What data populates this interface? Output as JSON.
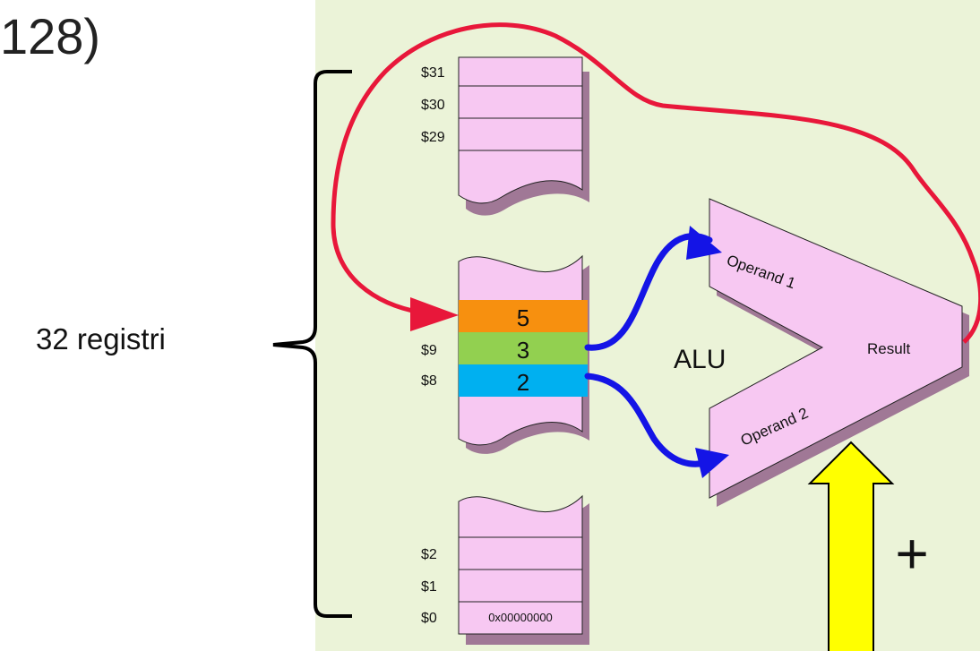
{
  "title": "128)",
  "register_count_label": "32 registri",
  "register_file": {
    "top_block": [
      "$31",
      "$30",
      "$29"
    ],
    "middle_block": [
      "$9",
      "$8"
    ],
    "bottom_block": [
      "$2",
      "$1",
      "$0"
    ],
    "zero_register_value": "0x00000000",
    "highlighted_values": [
      "5",
      "3",
      "2"
    ]
  },
  "alu": {
    "name": "ALU",
    "operand1": "Operand 1",
    "operand2": "Operand 2",
    "result": "Result",
    "operation": "+"
  },
  "colors": {
    "panel_bg": "#ebf3d8",
    "register_fill": "#f7c8f2",
    "register_shadow": "#a07896",
    "dest_register": "#f7900f",
    "src1_register": "#92d050",
    "src2_register": "#00b0f0",
    "write_back_arrow": "#e8173a",
    "operand_arrows": "#1414e6",
    "op_arrow": "#ffff00"
  }
}
